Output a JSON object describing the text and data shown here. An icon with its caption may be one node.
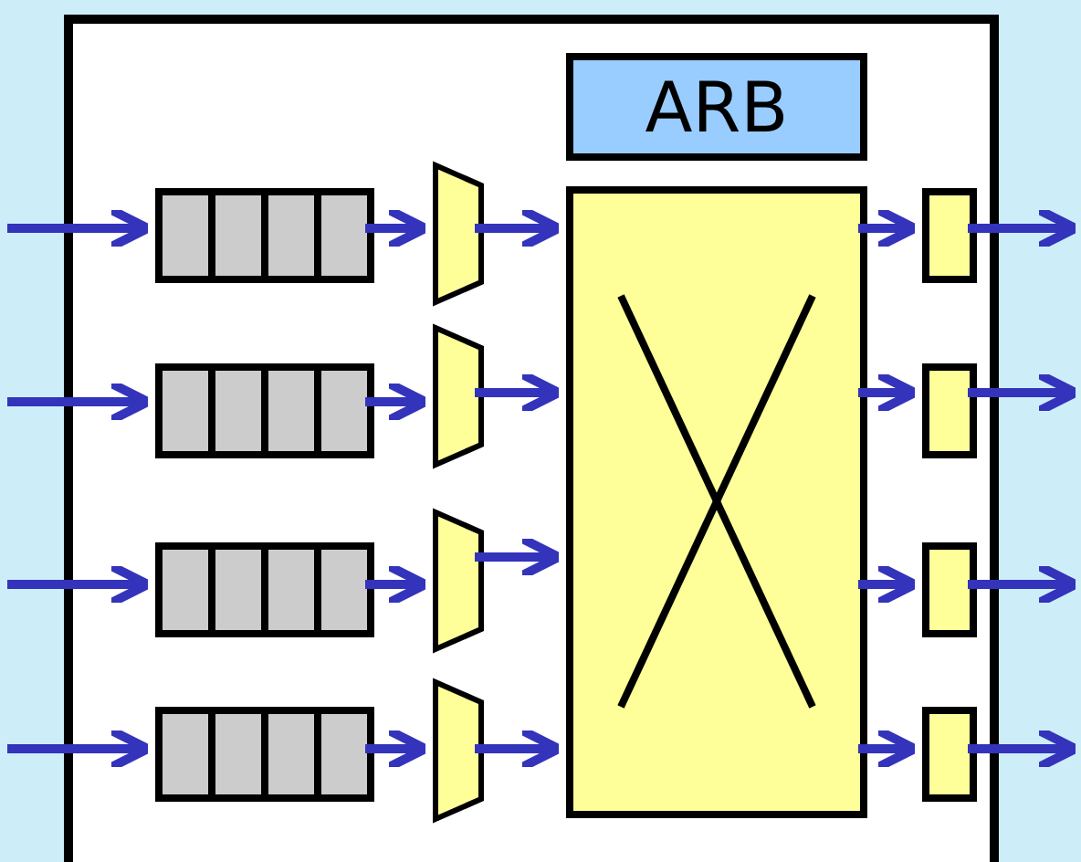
{
  "diagram": {
    "nodes": [
      {
        "text": [],
        "shape": "box"
      },
      {
        "text": [
          "ARB"
        ],
        "in": 0
      },
      {
        "text": [],
        "shape": "box",
        "in": 0
      },
      {
        "text": [],
        "shape": "box",
        "in": 0
      },
      {
        "text": [],
        "shape": "box",
        "in": 0
      },
      {
        "text": [],
        "shape": "box",
        "in": 0
      },
      {
        "text": [],
        "shape": "trapezoid",
        "in": 0
      },
      {
        "text": [],
        "shape": "trapezoid",
        "in": 0
      },
      {
        "text": [],
        "shape": "trapezoid",
        "in": 0
      },
      {
        "text": [],
        "shape": "trapezoid",
        "in": 0
      },
      {
        "text": [],
        "shape": "box",
        "in": 0
      },
      {
        "text": [],
        "shape": "box",
        "in": 0
      },
      {
        "text": [],
        "shape": "box",
        "in": 0
      },
      {
        "text": [],
        "shape": "box",
        "in": 0
      },
      {
        "text": [],
        "shape": "box",
        "in": 0
      }
    ],
    "edges": [
      {
        "from": null,
        "to": 2,
        "arrow": "to"
      },
      {
        "from": null,
        "to": 3,
        "arrow": "to"
      },
      {
        "from": null,
        "to": 4,
        "arrow": "to"
      },
      {
        "from": null,
        "to": 5,
        "arrow": "to"
      },
      {
        "from": 2,
        "to": 6,
        "arrow": "to"
      },
      {
        "from": 3,
        "to": 7,
        "arrow": "to"
      },
      {
        "from": 4,
        "to": 8,
        "arrow": "to"
      },
      {
        "from": 5,
        "to": 9,
        "arrow": "to"
      },
      {
        "from": 6,
        "to": 10,
        "arrow": "to"
      },
      {
        "from": 7,
        "to": 10,
        "arrow": "to"
      },
      {
        "from": 8,
        "to": 10,
        "arrow": "to"
      },
      {
        "from": 9,
        "to": 10,
        "arrow": "to"
      },
      {
        "from": 10,
        "to": 11,
        "arrow": "to"
      },
      {
        "from": 10,
        "to": 12,
        "arrow": "to"
      },
      {
        "from": 10,
        "to": 13,
        "arrow": "to"
      },
      {
        "from": 10,
        "to": 14,
        "arrow": "to"
      },
      {
        "from": 11,
        "to": null,
        "arrow": "to"
      },
      {
        "from": 12,
        "to": null,
        "arrow": "to"
      },
      {
        "from": 13,
        "to": null,
        "arrow": "to"
      },
      {
        "from": 14,
        "to": null,
        "arrow": "to"
      }
    ]
  }
}
